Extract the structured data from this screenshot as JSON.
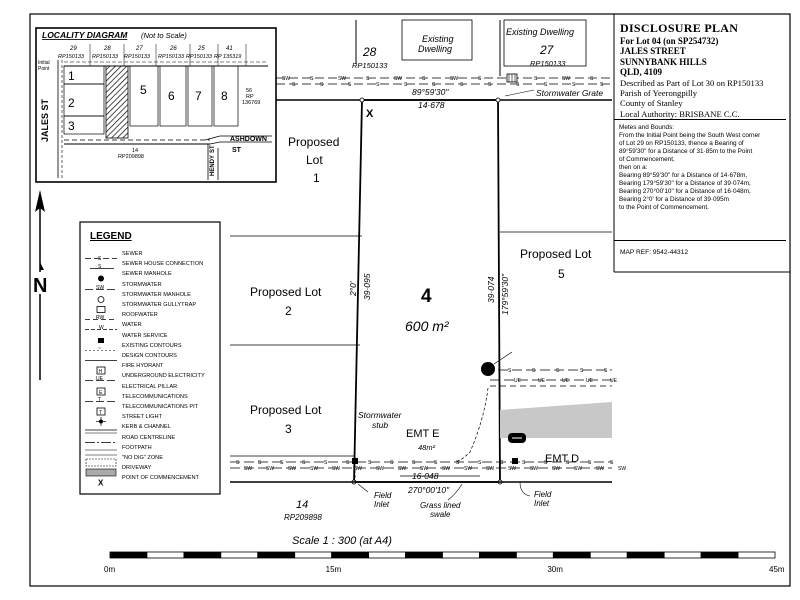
{
  "disclosure": {
    "title": "DISCLOSURE PLAN",
    "for_lot": "For Lot  04  (on SP254732)",
    "street": "JALES STREET",
    "suburb": "SUNNYBANK HILLS",
    "state_postcode": "QLD, 4109",
    "described_as": "Described as Part of Lot 30 on RP150133",
    "parish": "Parish of Yeerongpilly",
    "county": "County of Stanley",
    "authority": "Local Authority:  BRISBANE C.C.",
    "metes_lines": [
      "Metes and Bounds:",
      "From the Initial Point being the South West corner",
      "of Lot 29 on RP150133, thence a Bearing of",
      "89°59'30\" for a Distance of 31·85m to the Point",
      "of Commencement,",
      "then on a:",
      "Bearing 89°59'30\" for a Distance of 14·678m,",
      "Bearing 179°59'30\" for a Distance of 39·074m,",
      "Bearing 270°00'10\" for a Distance of 16·048m,",
      "Bearing 2°0' for a Distance of 39·095m",
      "to the Point of Commencement."
    ],
    "map_ref": "MAP REF:  9542-44312"
  },
  "locality": {
    "title": "LOCALITY DIAGRAM",
    "subtitle": "(Not to Scale)",
    "street": "JALES ST",
    "street2": "ASHDOWN",
    "street3_a": "HENDY",
    "street3_b": "ST",
    "street2_b": "ST",
    "initial_point": "Initial Point",
    "top_lots": [
      {
        "num": "29",
        "rp": "RP150133"
      },
      {
        "num": "28",
        "rp": "RP150133"
      },
      {
        "num": "27",
        "rp": "RP150133"
      },
      {
        "num": "26",
        "rp": "RP150133"
      },
      {
        "num": "25",
        "rp": "RP150133"
      },
      {
        "num": "41",
        "rp": "RP 135319"
      }
    ],
    "row_lots": [
      "1",
      "2",
      "3"
    ],
    "col_lots": [
      "5",
      "6",
      "7",
      "8"
    ],
    "lot56": [
      "56",
      "RP",
      "136769"
    ],
    "lot14": [
      "14",
      "RP209898"
    ]
  },
  "legend": {
    "title": "LEGEND",
    "items": [
      "SEWER",
      "SEWER HOUSE CONNECTION",
      "SEWER MANHOLE",
      "STORMWATER",
      "STORMWATER MANHOLE",
      "STORMWATER GULLYTRAP",
      "ROOFWATER",
      "WATER",
      "WATER SERVICE",
      "EXISTING CONTOURS",
      "DESIGN CONTOURS",
      "FIRE HYDRANT",
      "UNDERGROUND ELECTRICITY",
      "ELECTRICAL PILLAR",
      "TELECOMMUNICATIONS",
      "TELECOMMUNICATIONS PIT",
      "STREET LIGHT",
      "KERB & CHANNEL",
      "ROAD CENTRELINE",
      "FOOTPATH",
      "\"NO DIG\" ZONE",
      "DRIVEWAY",
      "POINT OF COMMENCEMENT"
    ]
  },
  "plan": {
    "lot28": "28",
    "lot28_rp": "RP150133",
    "lot27": "27",
    "lot27_rp": "RP150133",
    "existing_dwelling": "Existing Dwelling",
    "existing_dwelling_a": "Existing",
    "existing_dwelling_b": "Dwelling",
    "top_bearing": "89°59'30\"",
    "top_distance": "14·678",
    "stormwater_grate": "Stormwater Grate",
    "poc_mark": "X",
    "proposed_lot_label": "Proposed",
    "lot_word": "Lot",
    "lot1_num": "1",
    "proposed_lot2": "Proposed Lot",
    "lot2_num": "2",
    "proposed_lot3": "Proposed Lot",
    "lot3_num": "3",
    "proposed_lot5": "Proposed Lot",
    "lot5_num": "5",
    "main_lot": "4",
    "main_area": "600 m²",
    "left_bearing": "2°0'",
    "left_distance": "39·095",
    "right_distance": "39·074",
    "right_bearing": "179°59'30\"",
    "stormwater_stub_a": "Stormwater",
    "stormwater_stub_b": "stub",
    "emt_e": "EMT E",
    "emt_e_area": "48m²",
    "emt_d": "EMT D",
    "bottom_distance": "16·048",
    "bottom_bearing": "270°00'10\"",
    "field_inlet_a": "Field",
    "field_inlet_b": "Inlet",
    "grass_swale_a": "Grass lined",
    "grass_swale_b": "swale",
    "lot14": "14",
    "lot14_rp": "RP209898",
    "north": "N",
    "scale_title": "Scale 1 : 300 (at A4)",
    "scale_ticks": [
      "0m",
      "15m",
      "30m",
      "45m"
    ],
    "sewer_sym": "S",
    "stormwater_sym": "SW",
    "ue_sym": "UE"
  }
}
